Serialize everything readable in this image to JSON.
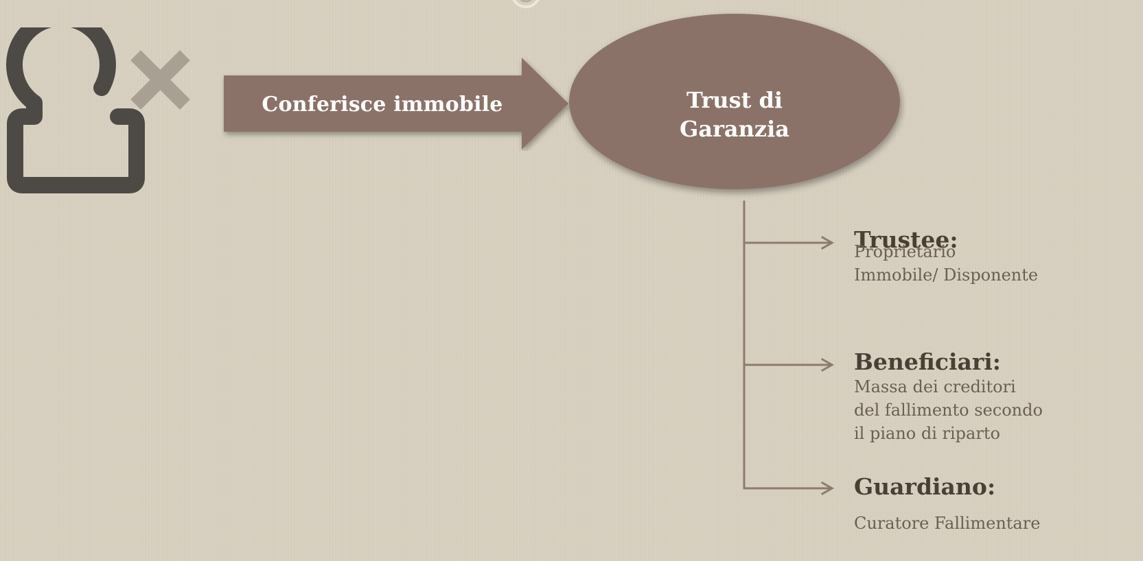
{
  "diagram": {
    "settlor_icon": "person-remove-icon",
    "ornament_icon": "swirl-ornament-icon",
    "arrow": {
      "label": "Conferisce immobile"
    },
    "trust": {
      "label_line1": "Trust di",
      "label_line2": "Garanzia"
    },
    "roles": [
      {
        "title": "Trustee:",
        "text": "Proprietario\nImmobile/ Disponente"
      },
      {
        "title": "Beneficiari:",
        "text": "Massa dei creditori\ndel fallimento secondo\n il piano di riparto"
      },
      {
        "title": "Guardiano:",
        "text": "Curatore Fallimentare"
      }
    ]
  },
  "colors": {
    "background": "#d7d0bf",
    "shape_fill": "#8b7268",
    "icon_dark": "#4d4a45",
    "icon_x": "#a8a193",
    "connector": "#8d7b6e",
    "role_title": "#4a3f35",
    "role_text": "#6b5e52"
  }
}
